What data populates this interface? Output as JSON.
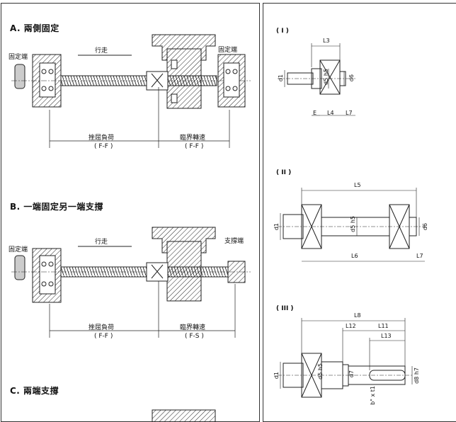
{
  "sections": {
    "a": {
      "title": "A. 兩側固定",
      "left_end": "固定端",
      "right_end": "固定端",
      "stroke": "行走",
      "buckling": "挫屈負荷",
      "buckling_code": "( F-F )",
      "critical": "臨界轉速",
      "critical_code": "( F-F )"
    },
    "b": {
      "title": "B. 一端固定另一端支撐",
      "left_end": "固定端",
      "right_end": "支撐端",
      "stroke": "行走",
      "buckling": "挫屈負荷",
      "buckling_code": "( F-F )",
      "critical": "臨界轉速",
      "critical_code": "( F-S )"
    },
    "c": {
      "title": "C. 兩端支撐"
    }
  },
  "details": {
    "i": {
      "num": "( I )",
      "L3": "L3",
      "d1": "d1",
      "d5h5": "d5 h5",
      "d6": "d6",
      "E": "E",
      "L4": "L4",
      "L7": "L7"
    },
    "ii": {
      "num": "( II )",
      "L5": "L5",
      "d1": "d1",
      "d5h5": "d5 h5",
      "d6": "d6",
      "L6": "L6",
      "L7": "L7"
    },
    "iii": {
      "num": "( III )",
      "L8": "L8",
      "L12": "L12",
      "L11": "L11",
      "L13": "L13",
      "d1": "d1",
      "d5h5": "d5 h5",
      "d7": "d7",
      "d8h7": "d8 h7",
      "keyway": "b\" x t1"
    }
  }
}
